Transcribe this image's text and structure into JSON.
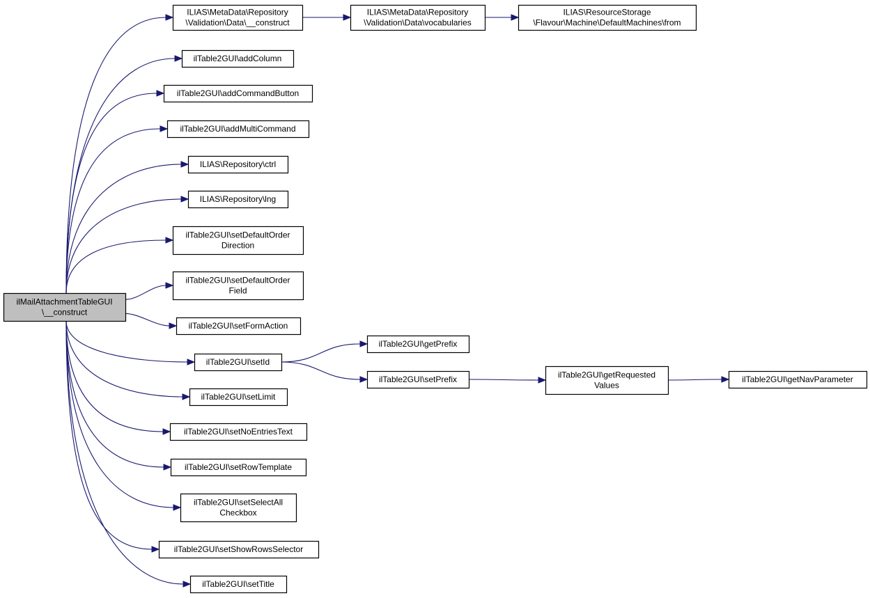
{
  "colors": {
    "edge": "#191970",
    "root_fill": "#bfbfbf",
    "node_fill": "#ffffff",
    "border": "#000000"
  },
  "nodes": [
    {
      "id": "root",
      "lines": [
        "ilMailAttachmentTableGUI",
        "\\__construct"
      ],
      "root": true
    },
    {
      "id": "n1",
      "lines": [
        "ILIAS\\MetaData\\Repository",
        "\\Validation\\Data\\__construct"
      ]
    },
    {
      "id": "n2",
      "lines": [
        "ILIAS\\MetaData\\Repository",
        "\\Validation\\Data\\vocabularies"
      ]
    },
    {
      "id": "n3",
      "lines": [
        "ILIAS\\ResourceStorage",
        "\\Flavour\\Machine\\DefaultMachines\\from"
      ]
    },
    {
      "id": "n4",
      "lines": [
        "ilTable2GUI\\addColumn"
      ]
    },
    {
      "id": "n5",
      "lines": [
        "ilTable2GUI\\addCommandButton"
      ]
    },
    {
      "id": "n6",
      "lines": [
        "ilTable2GUI\\addMultiCommand"
      ]
    },
    {
      "id": "n7",
      "lines": [
        "ILIAS\\Repository\\ctrl"
      ]
    },
    {
      "id": "n8",
      "lines": [
        "ILIAS\\Repository\\lng"
      ]
    },
    {
      "id": "n9",
      "lines": [
        "ilTable2GUI\\setDefaultOrder",
        "Direction"
      ]
    },
    {
      "id": "n10",
      "lines": [
        "ilTable2GUI\\setDefaultOrder",
        "Field"
      ]
    },
    {
      "id": "n11",
      "lines": [
        "ilTable2GUI\\setFormAction"
      ]
    },
    {
      "id": "n12",
      "lines": [
        "ilTable2GUI\\setId"
      ]
    },
    {
      "id": "n13",
      "lines": [
        "ilTable2GUI\\getPrefix"
      ]
    },
    {
      "id": "n14",
      "lines": [
        "ilTable2GUI\\setPrefix"
      ]
    },
    {
      "id": "n15",
      "lines": [
        "ilTable2GUI\\getRequested",
        "Values"
      ]
    },
    {
      "id": "n16",
      "lines": [
        "ilTable2GUI\\getNavParameter"
      ]
    },
    {
      "id": "n17",
      "lines": [
        "ilTable2GUI\\setLimit"
      ]
    },
    {
      "id": "n18",
      "lines": [
        "ilTable2GUI\\setNoEntriesText"
      ]
    },
    {
      "id": "n19",
      "lines": [
        "ilTable2GUI\\setRowTemplate"
      ]
    },
    {
      "id": "n20",
      "lines": [
        "ilTable2GUI\\setSelectAll",
        "Checkbox"
      ]
    },
    {
      "id": "n21",
      "lines": [
        "ilTable2GUI\\setShowRowsSelector"
      ]
    },
    {
      "id": "n22",
      "lines": [
        "ilTable2GUI\\setTitle"
      ]
    }
  ],
  "edges": [
    [
      "root",
      "n1"
    ],
    [
      "root",
      "n4"
    ],
    [
      "root",
      "n5"
    ],
    [
      "root",
      "n6"
    ],
    [
      "root",
      "n7"
    ],
    [
      "root",
      "n8"
    ],
    [
      "root",
      "n9"
    ],
    [
      "root",
      "n10"
    ],
    [
      "root",
      "n11"
    ],
    [
      "root",
      "n12"
    ],
    [
      "root",
      "n17"
    ],
    [
      "root",
      "n18"
    ],
    [
      "root",
      "n19"
    ],
    [
      "root",
      "n20"
    ],
    [
      "root",
      "n21"
    ],
    [
      "root",
      "n22"
    ],
    [
      "n1",
      "n2"
    ],
    [
      "n2",
      "n3"
    ],
    [
      "n12",
      "n13"
    ],
    [
      "n12",
      "n14"
    ],
    [
      "n14",
      "n15"
    ],
    [
      "n15",
      "n16"
    ]
  ]
}
